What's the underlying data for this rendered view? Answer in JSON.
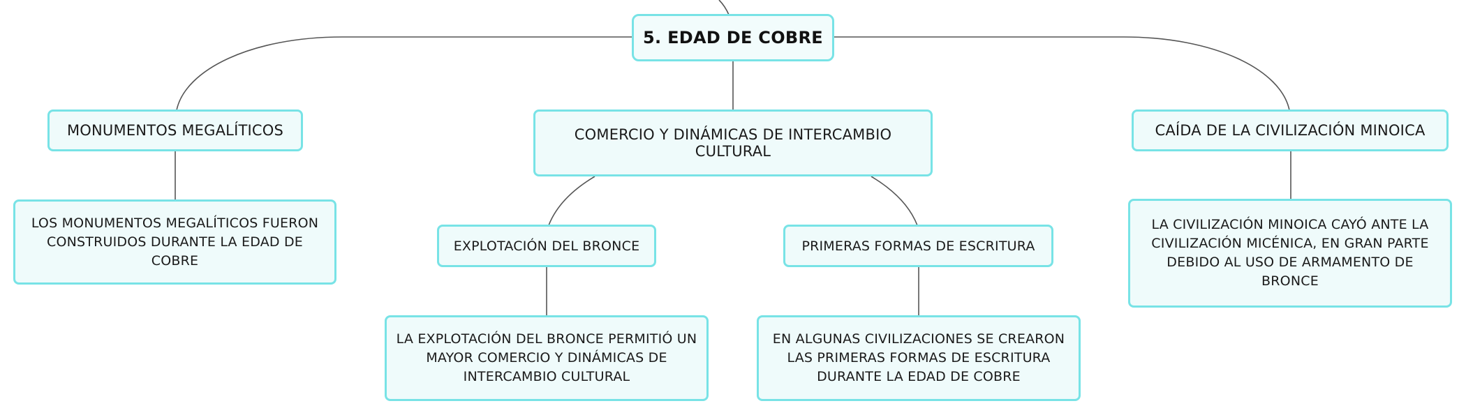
{
  "diagram": {
    "type": "mind-map",
    "colors": {
      "node_border": "#78e3e6",
      "node_fill": "#effbfb",
      "connector": "#555555",
      "text": "#1a1a1a"
    },
    "root": {
      "label": "5. EDAD DE COBRE"
    },
    "branches": [
      {
        "label": "MONUMENTOS MEGALÍTICOS",
        "detail": "LOS MONUMENTOS MEGALÍTICOS FUERON CONSTRUIDOS DURANTE LA EDAD DE COBRE"
      },
      {
        "label": "COMERCIO Y DINÁMICAS DE INTERCAMBIO CULTURAL",
        "children": [
          {
            "label": "EXPLOTACIÓN DEL BRONCE",
            "detail": "LA EXPLOTACIÓN DEL BRONCE PERMITIÓ UN MAYOR COMERCIO Y DINÁMICAS DE INTERCAMBIO CULTURAL"
          },
          {
            "label": "PRIMERAS FORMAS DE ESCRITURA",
            "detail": "EN ALGUNAS CIVILIZACIONES SE CREARON LAS PRIMERAS FORMAS DE ESCRITURA DURANTE LA EDAD DE COBRE"
          }
        ]
      },
      {
        "label": "CAÍDA DE LA CIVILIZACIÓN MINOICA",
        "detail": "LA CIVILIZACIÓN MINOICA CAYÓ ANTE LA CIVILIZACIÓN MICÉNICA, EN GRAN PARTE DEBIDO AL USO DE ARMAMENTO DE BRONCE"
      }
    ]
  }
}
